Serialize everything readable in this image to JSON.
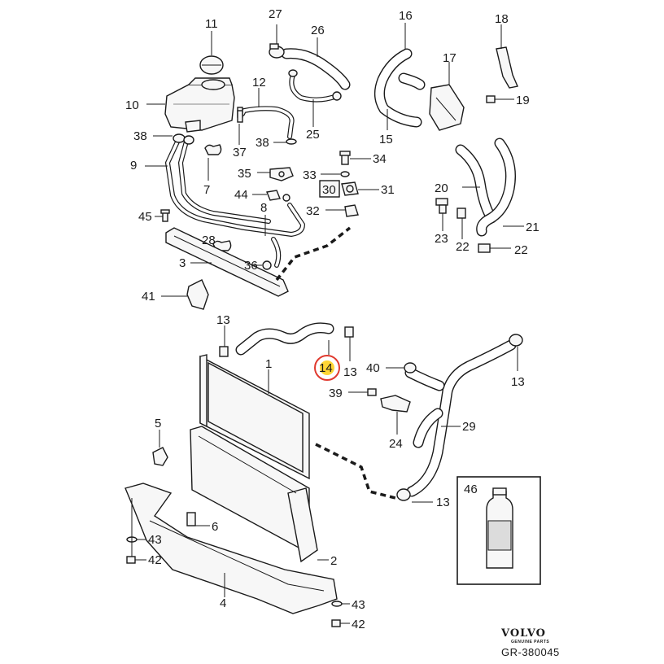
{
  "callouts": {
    "n1": "1",
    "n2": "2",
    "n3": "3",
    "n4": "4",
    "n5": "5",
    "n6": "6",
    "n7": "7",
    "n8": "8",
    "n9": "9",
    "n10": "10",
    "n11": "11",
    "n12": "12",
    "n13a": "13",
    "n13b": "13",
    "n13c": "13",
    "n13d": "13",
    "n14": "14",
    "n15": "15",
    "n16": "16",
    "n17": "17",
    "n18": "18",
    "n19": "19",
    "n20": "20",
    "n21": "21",
    "n22a": "22",
    "n22b": "22",
    "n23": "23",
    "n24": "24",
    "n25": "25",
    "n26": "26",
    "n27": "27",
    "n28": "28",
    "n29": "29",
    "n30": "30",
    "n31": "31",
    "n32": "32",
    "n33": "33",
    "n34": "34",
    "n35": "35",
    "n36": "36",
    "n37": "37",
    "n38a": "38",
    "n38b": "38",
    "n39": "39",
    "n40": "40",
    "n41": "41",
    "n42a": "42",
    "n42b": "42",
    "n43a": "43",
    "n43b": "43",
    "n44": "44",
    "n45": "45",
    "n46": "46"
  },
  "highlight": {
    "part": "14",
    "ring_color": "#e03a2f",
    "fill_color": "#ffd21f"
  },
  "footer": {
    "brand": "VOLVO",
    "tagline": "GENUINE PARTS",
    "drawing_code": "GR-380045"
  }
}
